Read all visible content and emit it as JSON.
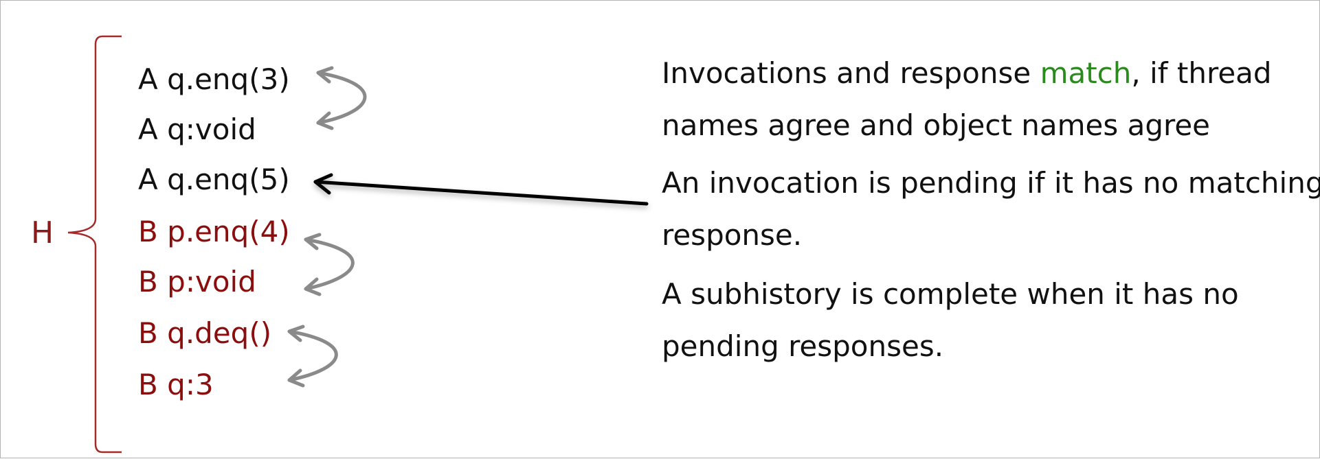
{
  "history": {
    "label": "H",
    "events": [
      {
        "text": "A q.enq(3)",
        "thread": "A"
      },
      {
        "text": "A q:void",
        "thread": "A"
      },
      {
        "text": "A q.enq(5)",
        "thread": "A"
      },
      {
        "text": "B p.enq(4)",
        "thread": "B"
      },
      {
        "text": "B p:void",
        "thread": "B"
      },
      {
        "text": "B q.deq()",
        "thread": "B"
      },
      {
        "text": "B q:3",
        "thread": "B"
      }
    ]
  },
  "definitions": {
    "match": {
      "before": "Invocations and response ",
      "highlight": "match",
      "after": ", if thread",
      "line2": "names agree and object names agree"
    },
    "pending": {
      "line1": "An invocation is pending if it has no matching",
      "line2": "response."
    },
    "complete": {
      "line1": "A subhistory is complete when it has no",
      "line2": "pending responses."
    }
  },
  "colors": {
    "thread_a": "#111111",
    "thread_b": "#8b0e0e",
    "brace": "#a52a2a",
    "match_highlight": "#2b8a1e",
    "match_arrow": "#8a8a8a",
    "pending_arrow": "#000000"
  }
}
